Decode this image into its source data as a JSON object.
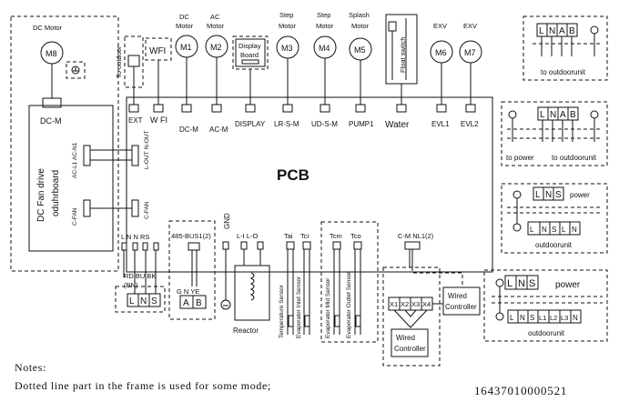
{
  "pcb_label": "PCB",
  "dc_fan_board": {
    "motor_label": "DC Motor",
    "motor_id": "M8",
    "connector": "DC-M",
    "board_label": "DC Fan drive",
    "board_label2": "oduhrboard",
    "pin_ac": "AC-L1 AC-N1",
    "pin_cfan": "C-FAN"
  },
  "top_components": {
    "to_outdoor": "To outdoor",
    "wifi": "WFI",
    "dc_motor": {
      "line1": "DC",
      "line2": "Motor",
      "id": "M1"
    },
    "ac_motor": {
      "line1": "AC",
      "line2": "Motor",
      "id": "M2"
    },
    "display_board": {
      "line1": "Display",
      "line2": "Board"
    },
    "step_motor_1": {
      "line1": "Step",
      "line2": "Motor",
      "id": "M3"
    },
    "step_motor_2": {
      "line1": "Step",
      "line2": "Motor",
      "id": "M4"
    },
    "splash_motor": {
      "line1": "Splash",
      "line2": "Motor",
      "id": "M5"
    },
    "float_switch": "Float switch",
    "exv_1": {
      "label": "EXV",
      "id": "M6"
    },
    "exv_2": {
      "label": "EXV",
      "id": "M7"
    }
  },
  "pcb_connectors": [
    "EXT",
    "W FI",
    "DC-M",
    "AC-M",
    "DISPLAY",
    "LR-S-M",
    "UD-S-M",
    "PUMP1",
    "Water",
    "EVL1",
    "EVL2"
  ],
  "pcb_left_pins": {
    "lout": "L-OUT",
    "nout": "N-OUT",
    "cfan": "C-FAN"
  },
  "bottom_left": {
    "pins": "L N N RS",
    "wire_colors": "RD BU BK",
    "wire_colors2": "(BN)",
    "terminal": [
      "L",
      "N",
      "S"
    ]
  },
  "bus": {
    "label": "485-BUS1(2)",
    "wires": "G N YE",
    "terminal": [
      "A",
      "B"
    ]
  },
  "gnd": "GND",
  "reactor": {
    "pins": "L-I L-O",
    "label": "Reactor"
  },
  "sensors_1": {
    "pins": [
      "Tai",
      "Tci"
    ],
    "labels": [
      "Temperature Sensor",
      "Evaporator Inlet Sensor"
    ]
  },
  "sensors_2": {
    "pins": [
      "Tcm",
      "Tco"
    ],
    "labels": [
      "Evaporator Mid Sensor",
      "Evaporator Outlet Sensor"
    ]
  },
  "wired_controller": {
    "pin": "C-M NL1(2)",
    "terminal": [
      "X1",
      "X2",
      "X3",
      "X4"
    ],
    "label_line1": "Wired",
    "label_line2": "Controller"
  },
  "wired_controller_2": {
    "label_line1": "Wired",
    "label_line2": "Controller"
  },
  "outdoor_box_1": {
    "terminal": [
      "L",
      "N",
      "A",
      "B"
    ],
    "label": "to outdoorunit"
  },
  "outdoor_box_2": {
    "terminal": [
      "L",
      "N",
      "A",
      "B"
    ],
    "label_left": "to power",
    "label_right": "to outdoorunit"
  },
  "outdoor_box_3": {
    "top_terminal": [
      "L",
      "N",
      "S"
    ],
    "label_power": "power",
    "bottom_terminal": [
      "L",
      "N",
      "S",
      "L",
      "N"
    ],
    "label_unit": "outdoorunit"
  },
  "outdoor_box_4": {
    "top_terminal": [
      "L",
      "N",
      "S"
    ],
    "label_power": "power",
    "bottom_terminal": [
      "L",
      "N",
      "S",
      "L1",
      "L2",
      "L3",
      "N"
    ],
    "label_unit": "outdoorunit"
  },
  "notes": {
    "title": "Notes:",
    "line1": "Dotted line part in the frame is used for some mode;"
  },
  "diagram_code": "16437010000521"
}
